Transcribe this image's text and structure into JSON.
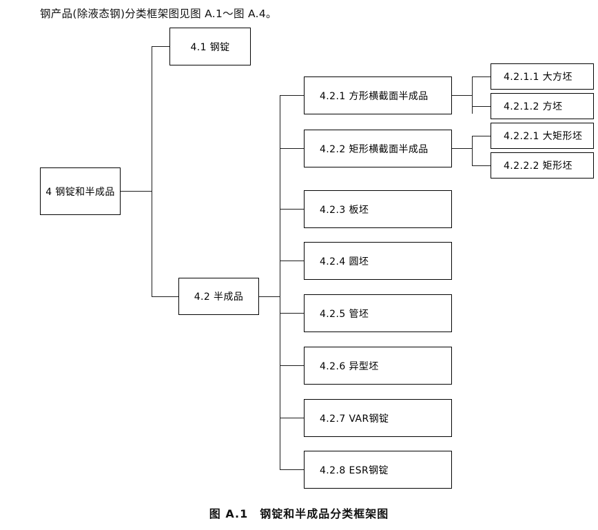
{
  "page": {
    "intro": "钢产品(除液态钢)分类框架图见图 A.1～图 A.4。",
    "caption": "图 A.1　钢锭和半成品分类框架图",
    "line_color": "#1a1a1a",
    "box_border_color": "#000000",
    "background": "#ffffff"
  },
  "diagram": {
    "type": "tree",
    "root": {
      "id": "4",
      "label": "4  钢锭和半成品"
    },
    "level1": [
      {
        "id": "4.1",
        "label": "4.1  钢锭"
      },
      {
        "id": "4.2",
        "label": "4.2  半成品"
      }
    ],
    "level2": [
      {
        "id": "4.2.1",
        "label": "4.2.1  方形横截面半成品"
      },
      {
        "id": "4.2.2",
        "label": "4.2.2  矩形横截面半成品"
      },
      {
        "id": "4.2.3",
        "label": "4.2.3  板坯"
      },
      {
        "id": "4.2.4",
        "label": "4.2.4  圆坯"
      },
      {
        "id": "4.2.5",
        "label": "4.2.5  管坯"
      },
      {
        "id": "4.2.6",
        "label": "4.2.6  异型坯"
      },
      {
        "id": "4.2.7",
        "label": "4.2.7  VAR钢锭"
      },
      {
        "id": "4.2.8",
        "label": "4.2.8  ESR钢锭"
      }
    ],
    "level3": [
      {
        "id": "4.2.1.1",
        "label": "4.2.1.1  大方坯",
        "parent": "4.2.1"
      },
      {
        "id": "4.2.1.2",
        "label": "4.2.1.2  方坯",
        "parent": "4.2.1"
      },
      {
        "id": "4.2.2.1",
        "label": "4.2.2.1  大矩形坯",
        "parent": "4.2.2"
      },
      {
        "id": "4.2.2.2",
        "label": "4.2.2.2  矩形坯",
        "parent": "4.2.2"
      }
    ]
  }
}
